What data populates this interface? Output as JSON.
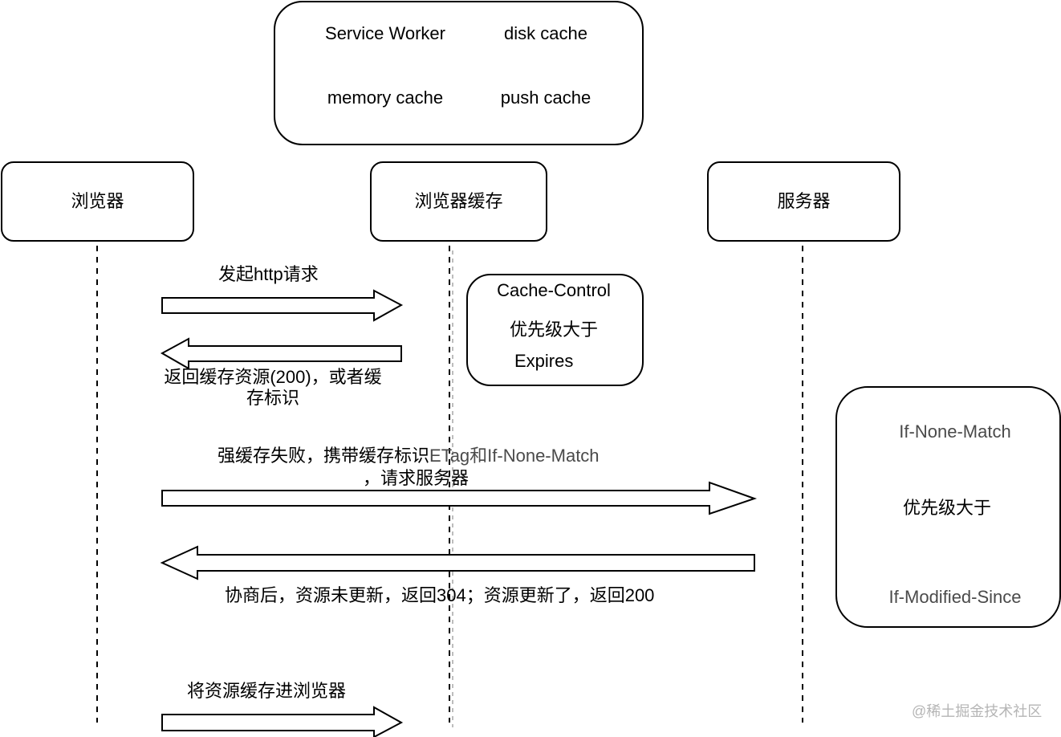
{
  "cache_order_box": {
    "service_worker": "Service Worker",
    "memory_cache": "memory cache",
    "disk_cache": "disk cache",
    "push_cache": "push cache"
  },
  "participants": [
    {
      "label": "浏览器"
    },
    {
      "label": "浏览器缓存"
    },
    {
      "label": "服务器"
    }
  ],
  "strong_cache_note": {
    "line1": "Cache-Control",
    "line2": "优先级大于",
    "line3": "Expires"
  },
  "negotiation_note": {
    "line1": "If-None-Match",
    "line2": "优先级大于",
    "line3": "If-Modified-Since"
  },
  "messages": [
    {
      "label": "发起http请求",
      "from": "浏览器",
      "to": "浏览器缓存"
    },
    {
      "label_line1": "返回缓存资源(200)，或者缓",
      "label_line2": "存标识",
      "from": "浏览器缓存",
      "to": "浏览器"
    },
    {
      "label_line1_part1": "强缓存失败，携带缓存标识",
      "label_line1_part2": "ETag和If-None-Match",
      "label_line2": "，请求服务器",
      "from": "浏览器",
      "to": "服务器"
    },
    {
      "label": "协商后，资源未更新，返回304；资源更新了，返回200",
      "from": "服务器",
      "to": "浏览器"
    },
    {
      "label": "将资源缓存进浏览器",
      "from": "浏览器",
      "to": "浏览器缓存"
    }
  ],
  "colors": {
    "stroke": "#000000",
    "muted_text": "#4a4a4a",
    "watermark": "#b5b5b5",
    "secondary_lifeline": "#bdbdbd"
  },
  "watermark": "@稀土掘金技术社区"
}
